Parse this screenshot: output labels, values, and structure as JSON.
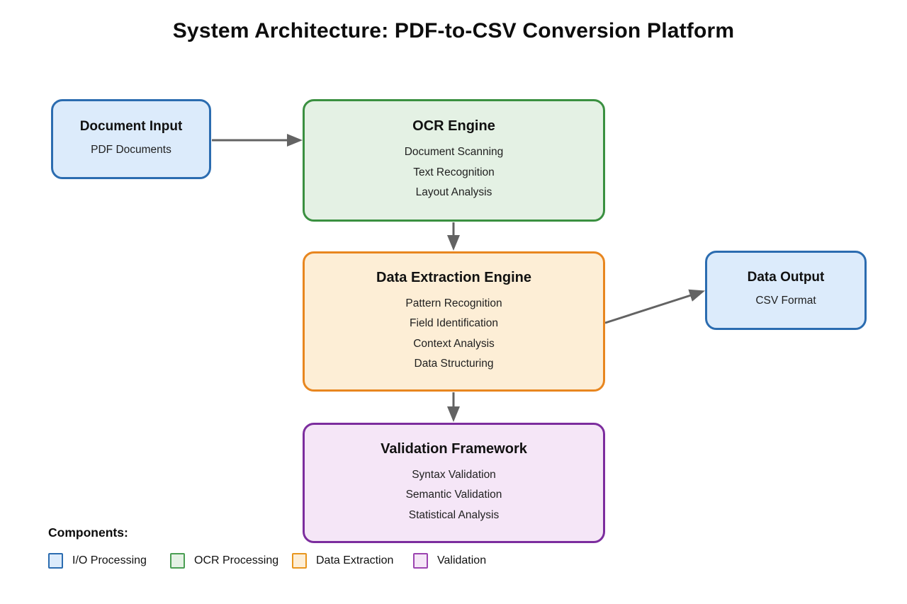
{
  "title": "System Architecture: PDF-to-CSV Conversion Platform",
  "nodes": [
    {
      "id": "document-input",
      "title": "Document Input",
      "items": [
        "PDF Documents"
      ],
      "fill": "#dcebfb",
      "border": "#2b6cb0"
    },
    {
      "id": "ocr-engine",
      "title": "OCR Engine",
      "items": [
        "Document Scanning",
        "Text Recognition",
        "Layout Analysis"
      ],
      "fill": "#e4f1e4",
      "border": "#3a9040"
    },
    {
      "id": "data-extraction-engine",
      "title": "Data Extraction Engine",
      "items": [
        "Pattern Recognition",
        "Field Identification",
        "Context Analysis",
        "Data Structuring"
      ],
      "fill": "#fdeed6",
      "border": "#e8861f"
    },
    {
      "id": "data-output",
      "title": "Data Output",
      "items": [
        "CSV Format"
      ],
      "fill": "#dcebfb",
      "border": "#2b6cb0"
    },
    {
      "id": "validation-framework",
      "title": "Validation Framework",
      "items": [
        "Syntax Validation",
        "Semantic Validation",
        "Statistical Analysis"
      ],
      "fill": "#f5e6f7",
      "border": "#7c2d9e"
    }
  ],
  "edges": [
    {
      "from": "document-input",
      "to": "ocr-engine"
    },
    {
      "from": "ocr-engine",
      "to": "data-extraction-engine"
    },
    {
      "from": "data-extraction-engine",
      "to": "data-output"
    },
    {
      "from": "data-extraction-engine",
      "to": "validation-framework"
    }
  ],
  "legend": {
    "heading": "Components:",
    "items": [
      {
        "label": "I/O Processing",
        "fill": "#dcebfb",
        "border": "#2b6cb0"
      },
      {
        "label": "OCR Processing",
        "fill": "#e4f1e4",
        "border": "#4a9e53"
      },
      {
        "label": "Data Extraction",
        "fill": "#fdeed6",
        "border": "#e8961e"
      },
      {
        "label": "Validation",
        "fill": "#f5e6f7",
        "border": "#9c44b0"
      }
    ]
  },
  "colors": {
    "background": "#ffffff",
    "arrow": "#636363",
    "title_text": "#0d0d0d",
    "body_text": "#1f1f1f"
  }
}
